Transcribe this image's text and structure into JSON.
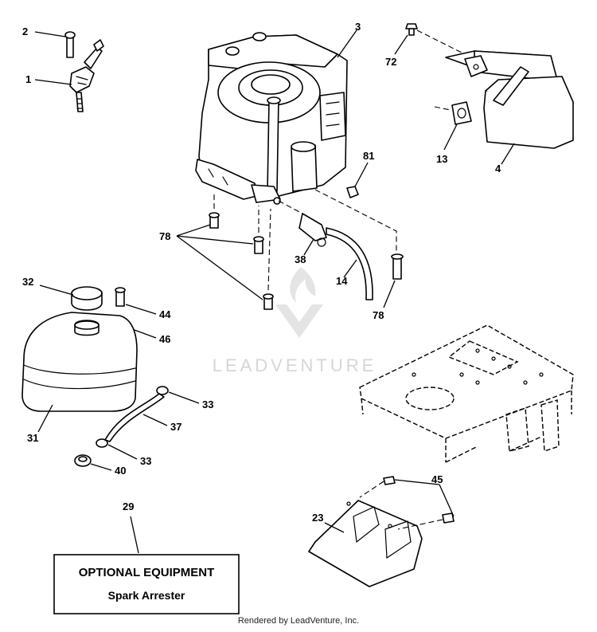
{
  "watermark": {
    "text": "LEADVENTURE"
  },
  "callouts": {
    "c1": "1",
    "c2": "2",
    "c3": "3",
    "c4": "4",
    "c13": "13",
    "c14": "14",
    "c23": "23",
    "c29": "29",
    "c31": "31",
    "c32": "32",
    "c33a": "33",
    "c33b": "33",
    "c37": "37",
    "c38": "38",
    "c40": "40",
    "c44": "44",
    "c45": "45",
    "c46": "46",
    "c72": "72",
    "c78a": "78",
    "c78b": "78",
    "c81": "81"
  },
  "optional_box": {
    "title": "OPTIONAL EQUIPMENT",
    "subtitle": "Spark Arrester"
  },
  "footer": {
    "credit": "Rendered by LeadVenture, Inc."
  }
}
